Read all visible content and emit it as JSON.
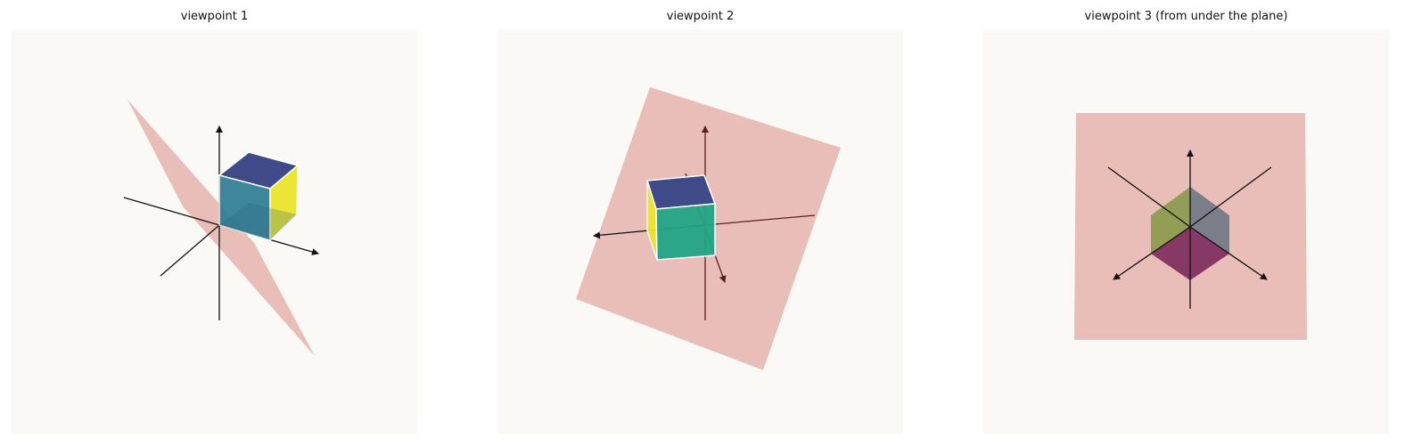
{
  "panels": [
    {
      "title": "viewpoint 1"
    },
    {
      "title": "viewpoint 2"
    },
    {
      "title": "viewpoint 3 (from under the plane)"
    }
  ],
  "colors": {
    "figure_background": "#ffffff",
    "panel_background": "#fbf9f6",
    "plane": "#e8bab4",
    "axis_line": "#111111",
    "axis_line_dark_red": "#5a1f1f",
    "cube_edge": "#ffffff",
    "face_top": "#3f4a88",
    "face_yellow": "#ece42a",
    "face_teal": "#21a585",
    "face_blue_teal": "#2e7d94",
    "face_olive": "#8a9a4a",
    "face_slate": "#6f7584",
    "face_magenta": "#7b2a5c"
  }
}
